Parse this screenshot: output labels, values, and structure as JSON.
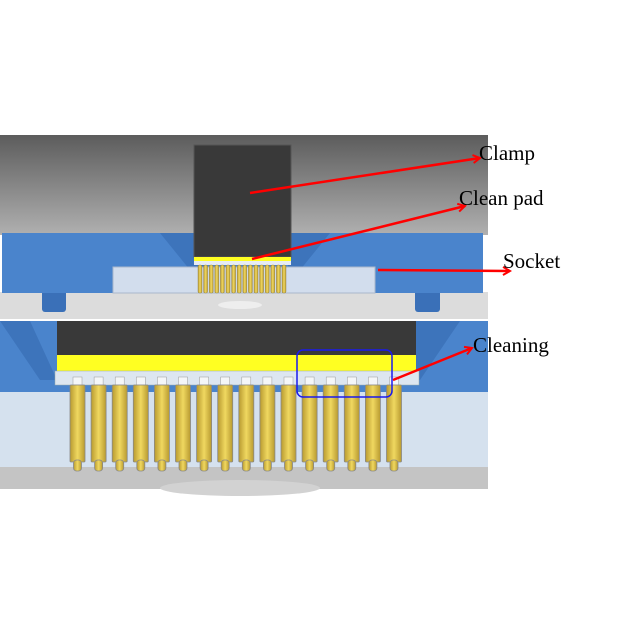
{
  "labels": {
    "clamp": "Clamp",
    "clean_pad": "Clean pad",
    "socket": "Socket",
    "cleaning": "Cleaning"
  },
  "colors": {
    "arrow": "#ff0000",
    "socket_body": "#4a84cc",
    "clamp": "#393939",
    "clean_pad": "#ffff22",
    "pin": "#e0c040",
    "highlight_box": "#1a1aee"
  },
  "pins": {
    "top_view_count": 16,
    "detail_view_count": 16
  }
}
